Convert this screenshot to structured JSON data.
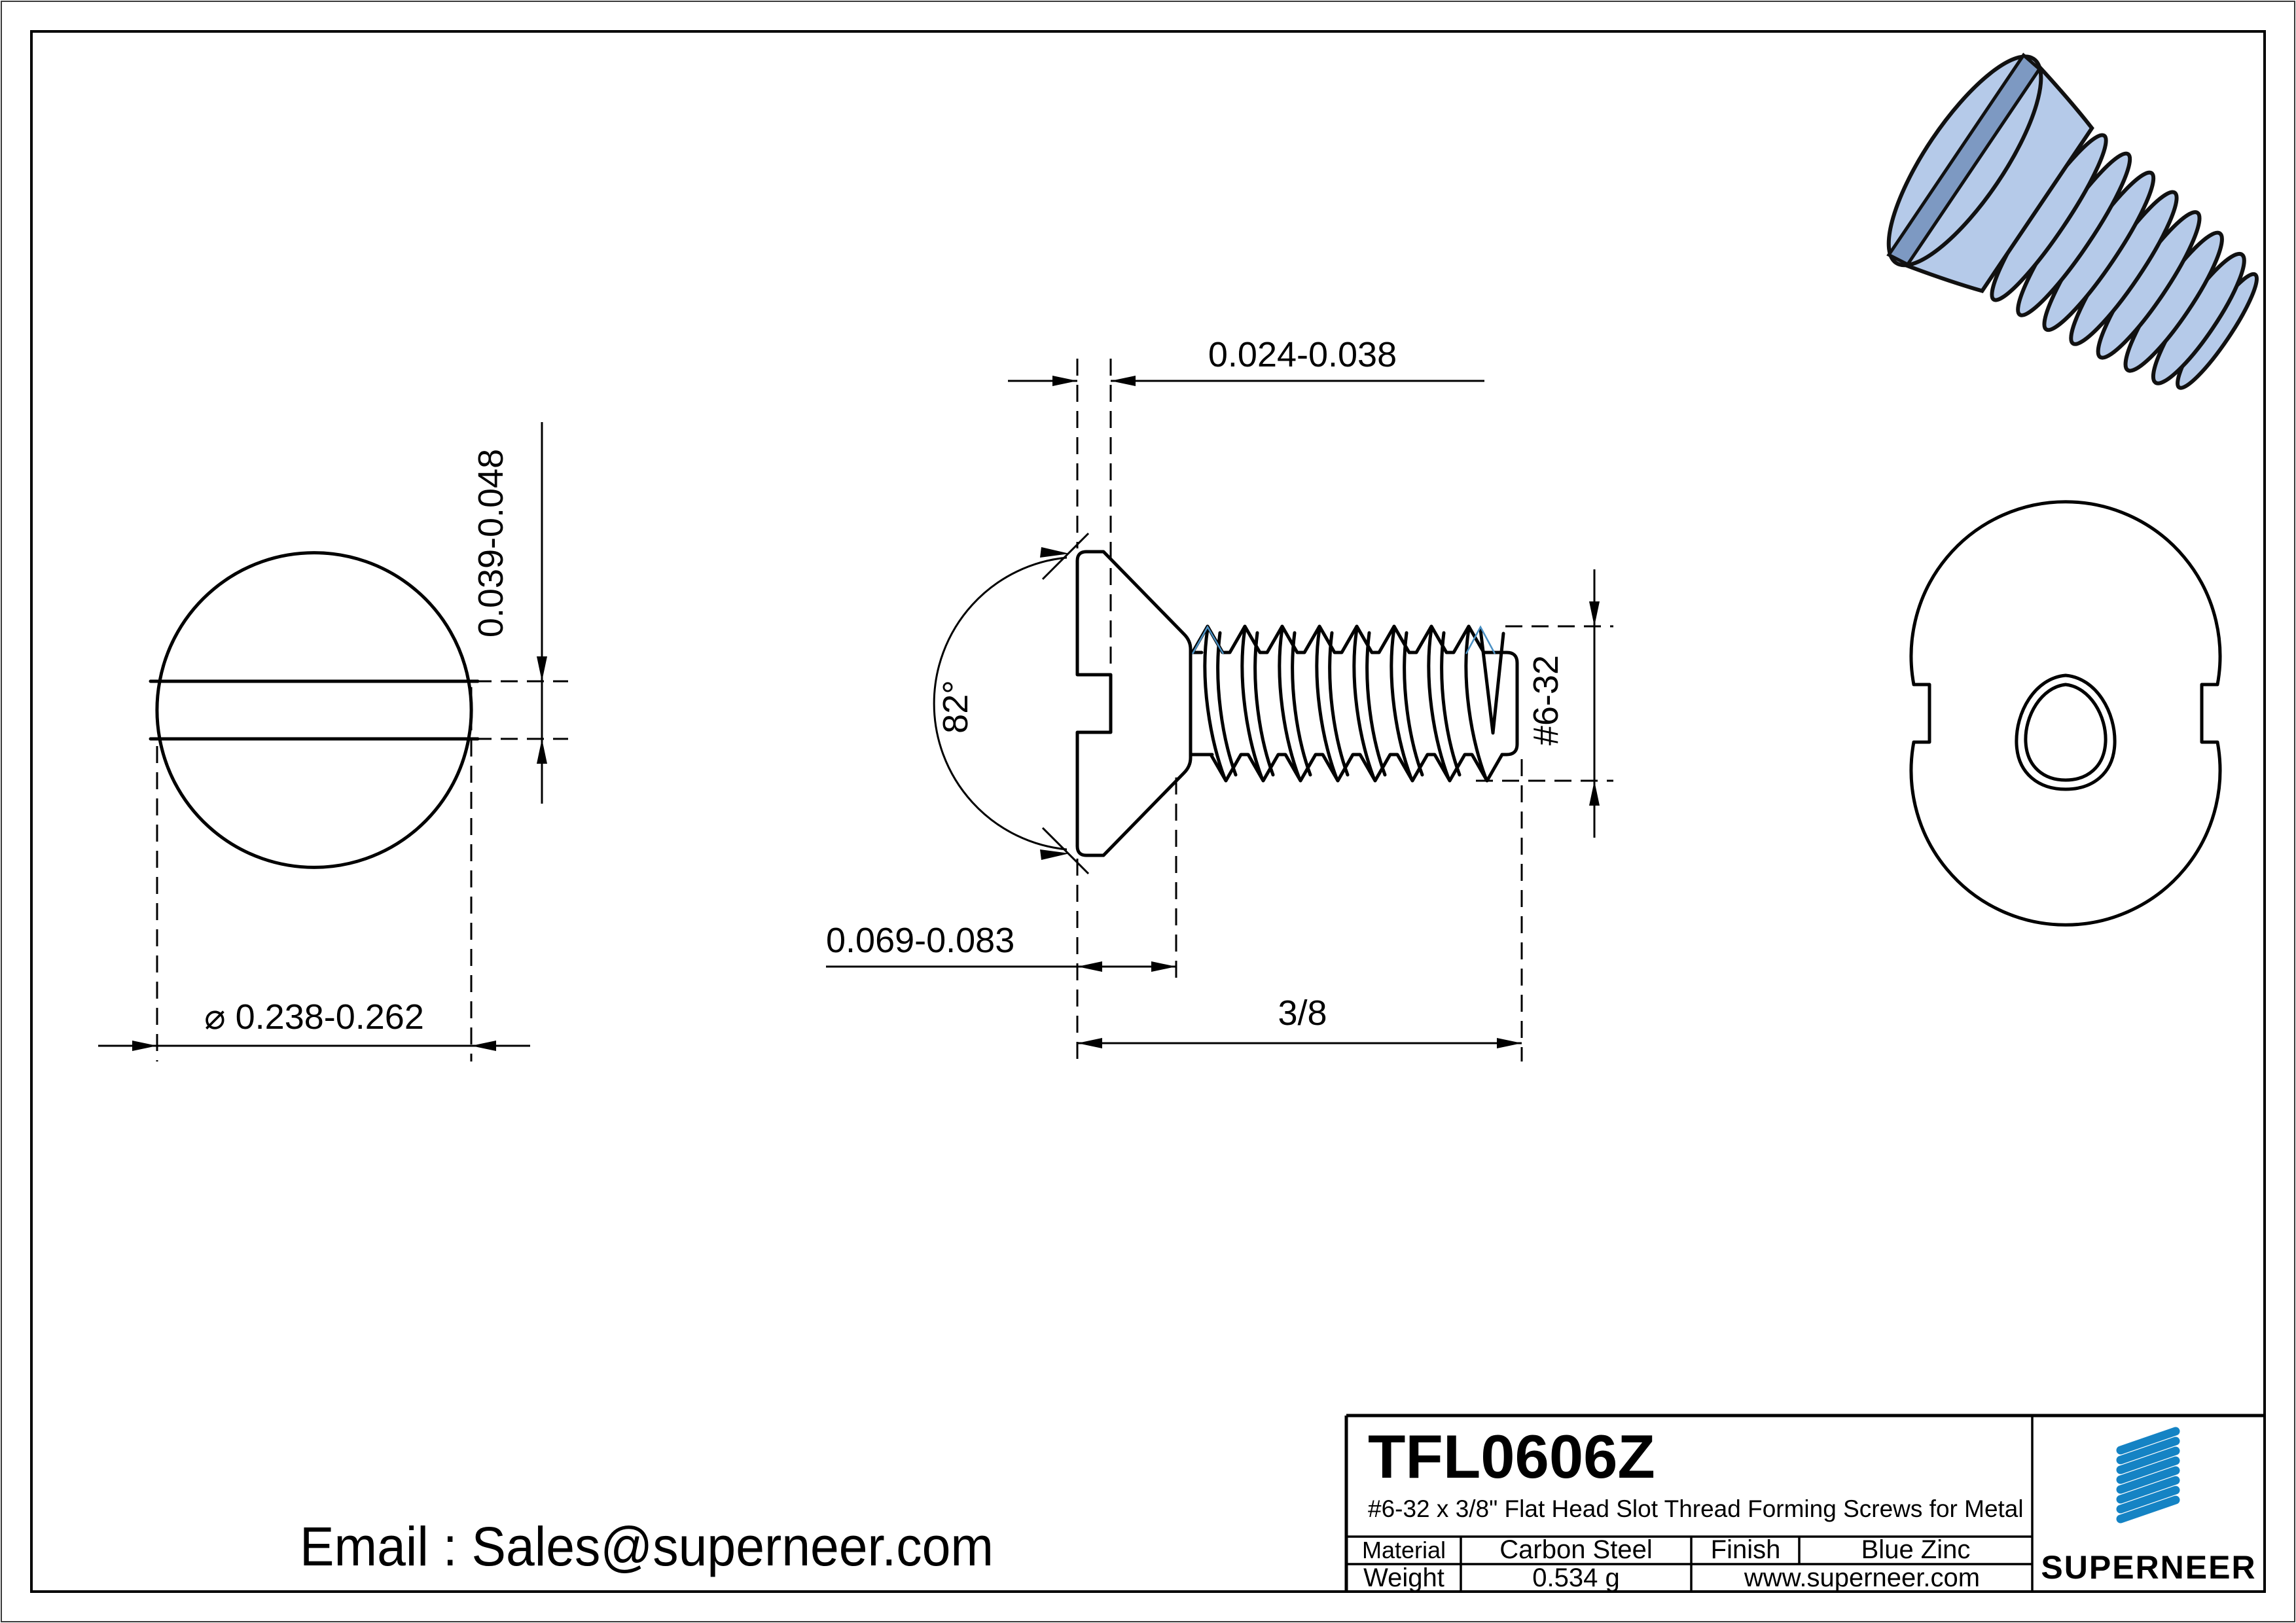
{
  "front_view": {
    "slot_width": "0.039-0.048",
    "head_dia": "⌀ 0.238-0.262"
  },
  "side_view": {
    "slot_depth": "0.024-0.038",
    "head_angle": "82°",
    "head_height": "0.069-0.083",
    "length": "3/8",
    "thread_spec": "#6-32"
  },
  "contact": {
    "email": "Email : Sales@superneer.com"
  },
  "title_block": {
    "part_number": "TFL0606Z",
    "description": "#6-32 x 3/8\" Flat Head Slot Thread Forming Screws for Metal",
    "material_label": "Material",
    "material_value": "Carbon Steel",
    "finish_label": "Finish",
    "finish_value": "Blue Zinc",
    "weight_label": "Weight",
    "weight_value": "0.534 g",
    "website": "www.superneer.com",
    "brand": "SUPERNEER"
  },
  "colors": {
    "brand_blue": "#1583c4",
    "link_blue": "#1e88cf",
    "thread_runout_blue": "#4a90c4",
    "screw_body_blue": "#b5cae9",
    "screw_shadow_blue": "#7d99c2"
  }
}
